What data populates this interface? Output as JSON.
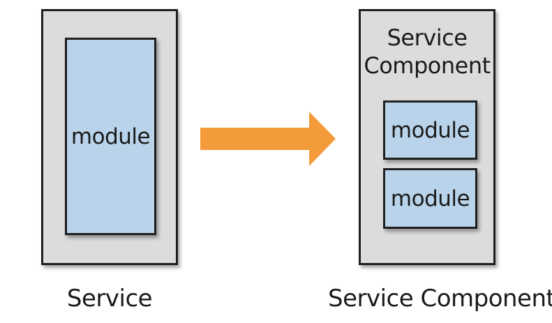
{
  "left": {
    "module_label": "module",
    "caption": "Service"
  },
  "right": {
    "title_line1": "Service",
    "title_line2": "Component",
    "modules": [
      "module",
      "module"
    ],
    "caption": "Service Component"
  },
  "colors": {
    "outer_fill": "#dcdcdc",
    "module_fill": "#b9d4ea",
    "arrow": "#f39b3a",
    "border": "#1f1f1f"
  },
  "arrow_icon": "right-arrow-icon"
}
